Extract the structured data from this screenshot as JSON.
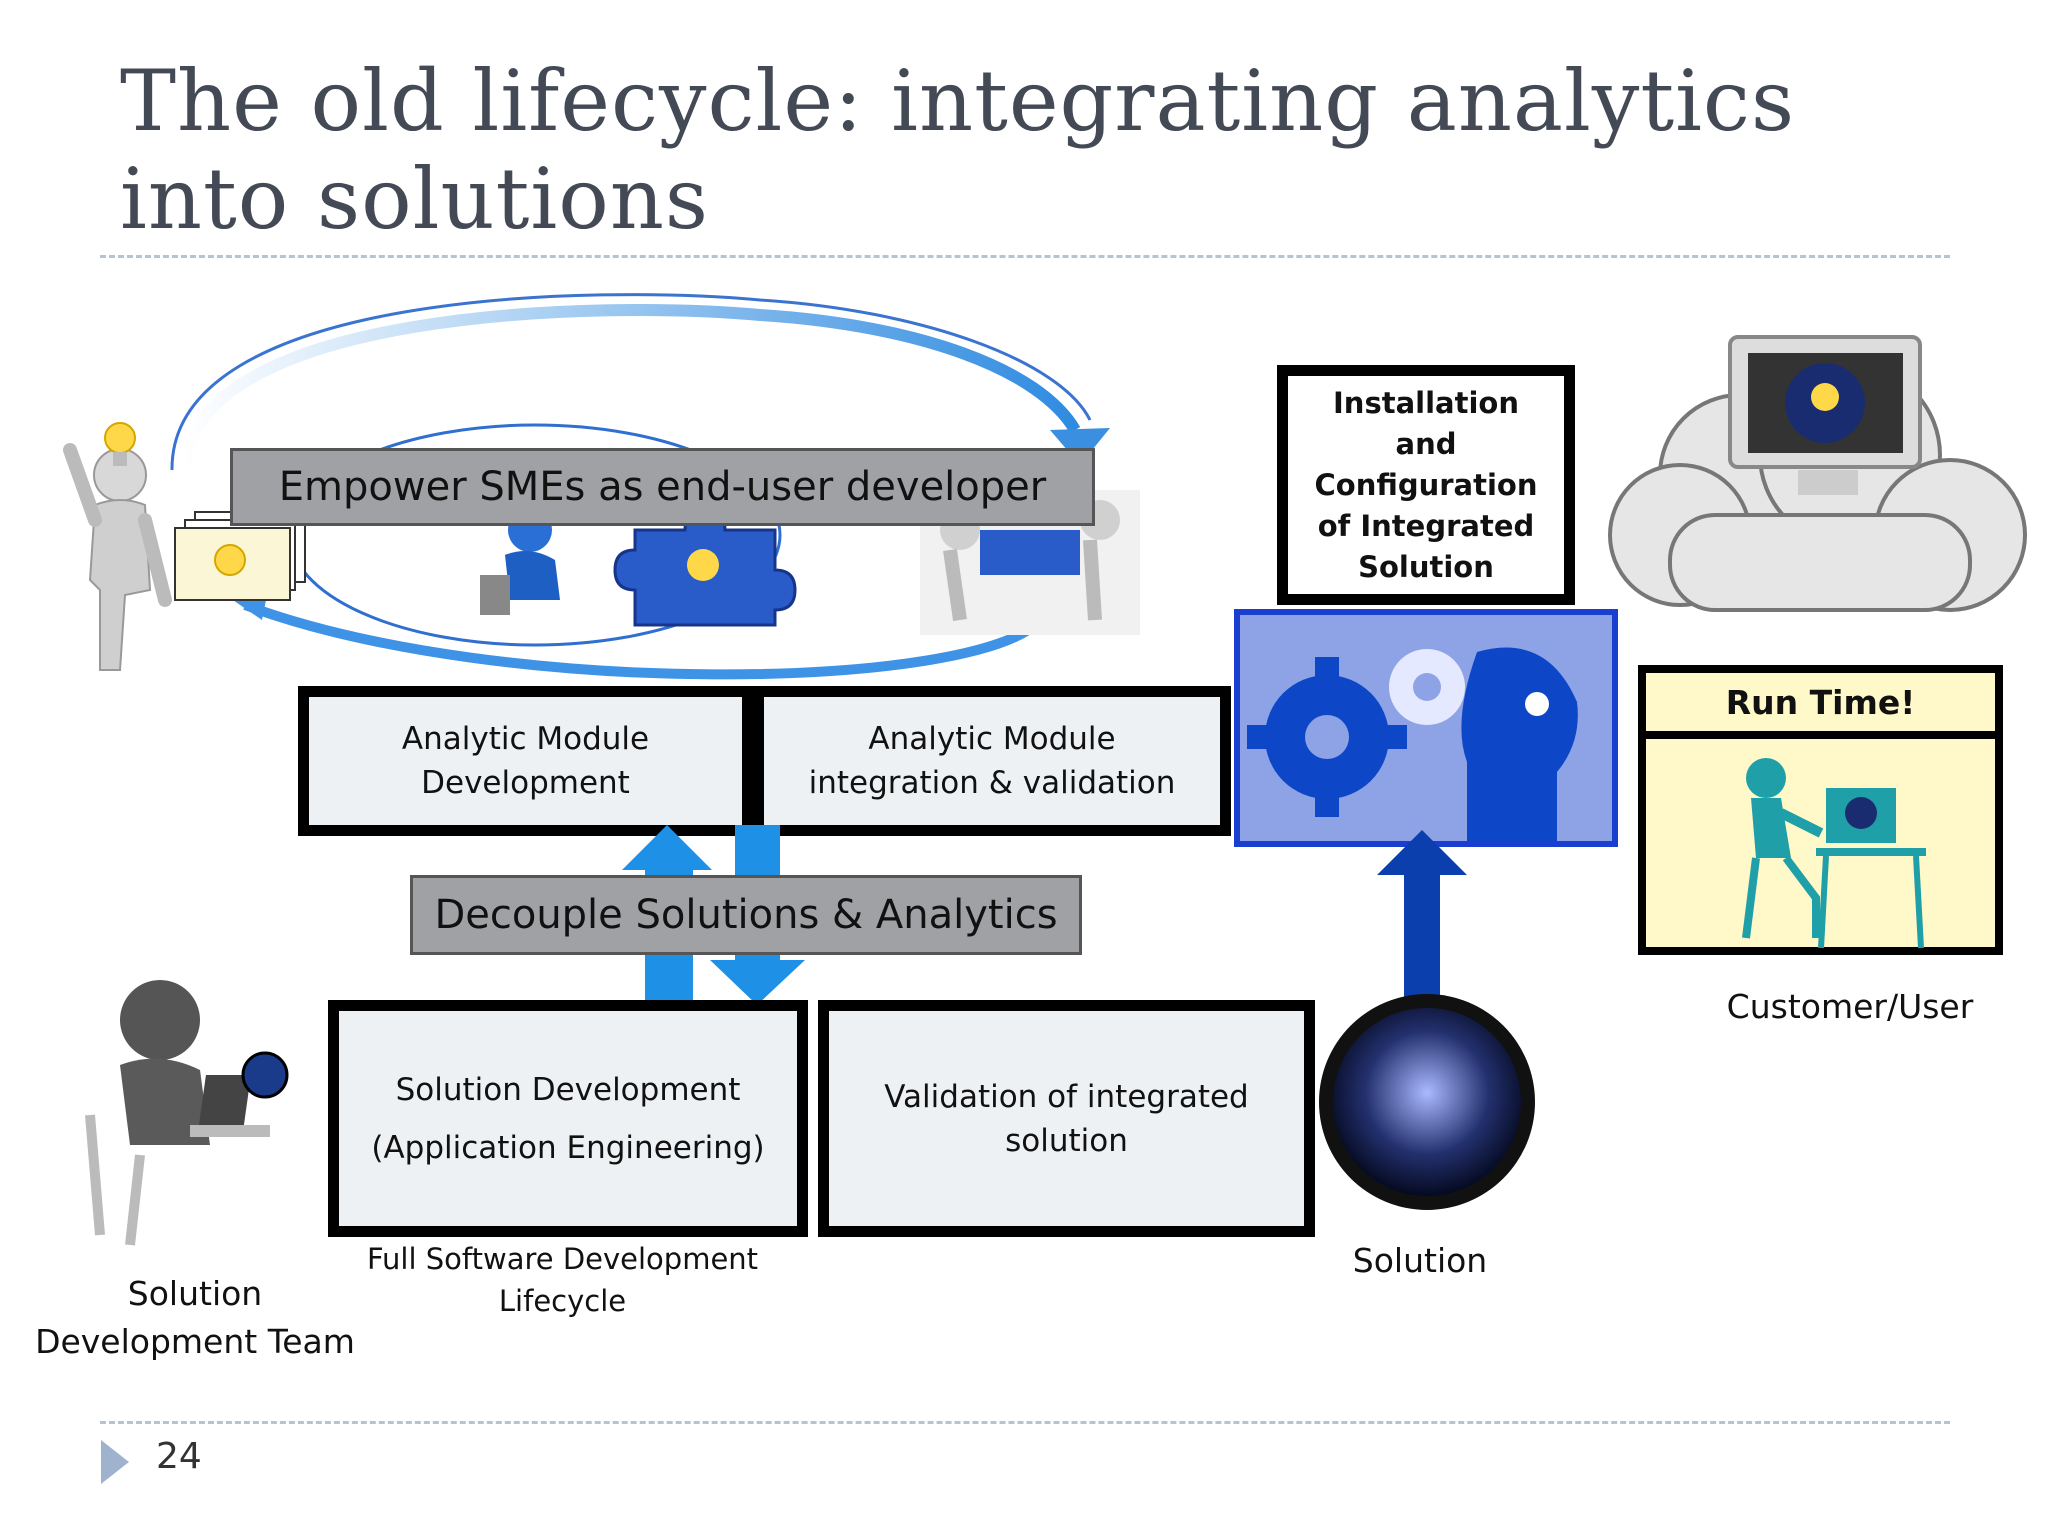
{
  "slide": {
    "title": "The old lifecycle: integrating analytics into solutions",
    "page_number": "24"
  },
  "banners": {
    "empower": "Empower SMEs as end-user developer",
    "decouple": "Decouple Solutions & Analytics"
  },
  "boxes": {
    "analytic_dev_line1": "Analytic Module",
    "analytic_dev_line2": "Development",
    "analytic_int_line1": "Analytic Module",
    "analytic_int_line2": "integration & validation",
    "solution_dev_line1": "Solution Development",
    "solution_dev_line2": "(Application Engineering)",
    "validation_line1": "Validation of integrated",
    "validation_line2": "solution"
  },
  "install_box": {
    "line1": "Installation",
    "line2": "and",
    "line3": "Configuration",
    "line4": "of Integrated",
    "line5": "Solution"
  },
  "runtime": {
    "header": "Run Time!"
  },
  "labels": {
    "team_line1": "Solution",
    "team_line2": "Development Team",
    "sdlc_line1": "Full Software Development",
    "sdlc_line2": "Lifecycle",
    "solution": "Solution",
    "customer": "Customer/User"
  },
  "icons": [
    "lightbulb-icon",
    "gear-icon",
    "puzzle-icon",
    "cloud-icon",
    "monitor-icon",
    "person-at-desk-icon"
  ],
  "colors": {
    "title": "#444a55",
    "rule": "#b7c3d3",
    "arrow_blue": "#1e90e6",
    "dark_blue": "#0b3fae",
    "runtime_bg": "#fff8c8",
    "banner_gray": "#9fa1a4"
  }
}
